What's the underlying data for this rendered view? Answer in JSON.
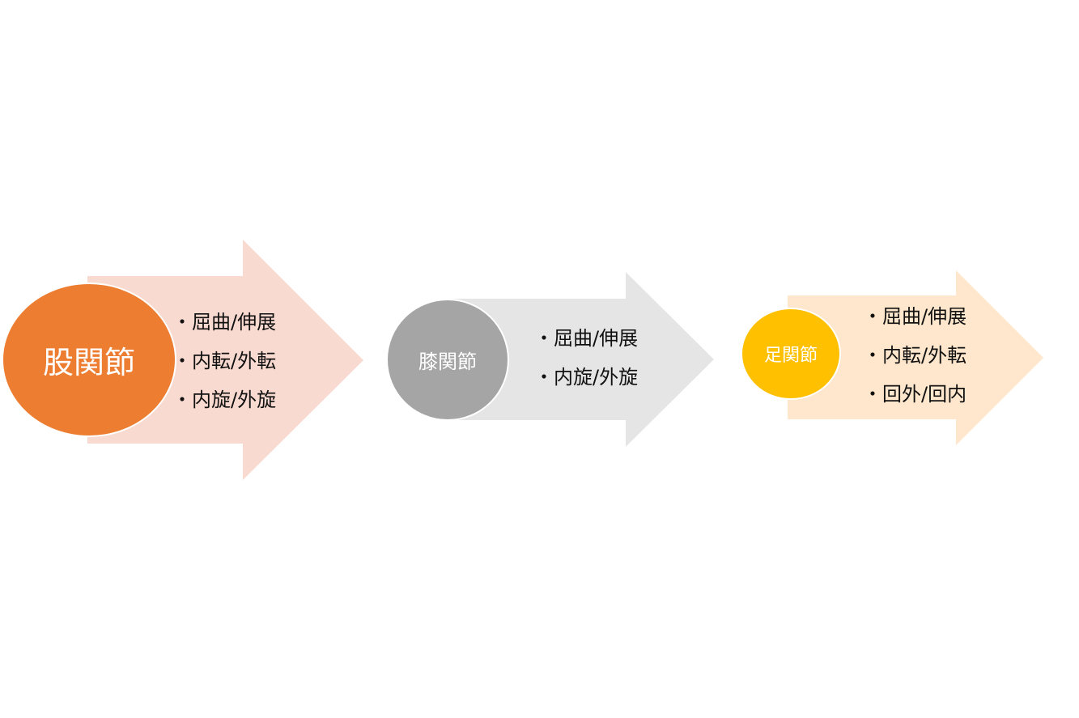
{
  "colors": {
    "background": "#ffffff",
    "hip_arrow": "#f9dad0",
    "hip_node": "#ed7d31",
    "knee_arrow": "#e5e5e5",
    "knee_node": "#a5a5a5",
    "ankle_arrow": "#fee7cc",
    "ankle_node": "#ffc000",
    "node_text": "#ffffff",
    "bullet_text": "#111111"
  },
  "stages": [
    {
      "node_label": "股関節",
      "bullet_marker": "・",
      "items": [
        "屈曲/伸展",
        "内転/外転",
        "内旋/外旋"
      ]
    },
    {
      "node_label": "膝関節",
      "bullet_marker": "・",
      "items": [
        "屈曲/伸展",
        "内旋/外旋"
      ]
    },
    {
      "node_label": "足関節",
      "bullet_marker": "・",
      "items": [
        "屈曲/伸展",
        "内転/外転",
        "回外/回内"
      ]
    }
  ]
}
